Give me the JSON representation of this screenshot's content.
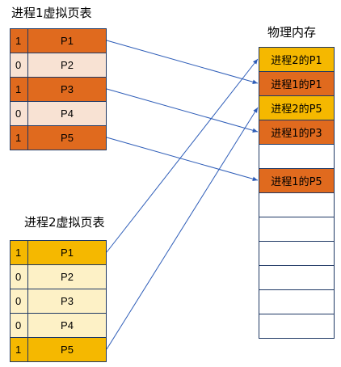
{
  "colors": {
    "orange": "#E06A1E",
    "orange_light": "#F8E2D3",
    "gold": "#F5B800",
    "gold_light": "#FDF1C6",
    "border": "#1F3864",
    "arrow": "#2E5DB8"
  },
  "process1": {
    "title": "进程1虚拟页表",
    "rows": [
      {
        "bit": "1",
        "page": "P1",
        "style": "orange"
      },
      {
        "bit": "0",
        "page": "P2",
        "style": "orange_light"
      },
      {
        "bit": "1",
        "page": "P3",
        "style": "orange"
      },
      {
        "bit": "0",
        "page": "P4",
        "style": "orange_light"
      },
      {
        "bit": "1",
        "page": "P5",
        "style": "orange"
      }
    ]
  },
  "process2": {
    "title": "进程2虚拟页表",
    "rows": [
      {
        "bit": "1",
        "page": "P1",
        "style": "gold"
      },
      {
        "bit": "0",
        "page": "P2",
        "style": "gold_light"
      },
      {
        "bit": "0",
        "page": "P3",
        "style": "gold_light"
      },
      {
        "bit": "0",
        "page": "P4",
        "style": "gold_light"
      },
      {
        "bit": "1",
        "page": "P5",
        "style": "gold"
      }
    ]
  },
  "physical_memory": {
    "title": "物理内存",
    "frames": [
      {
        "label": "进程2的P1",
        "style": "gold"
      },
      {
        "label": "进程1的P1",
        "style": "orange"
      },
      {
        "label": "进程2的P5",
        "style": "gold"
      },
      {
        "label": "进程1的P3",
        "style": "orange"
      },
      {
        "label": "",
        "style": "white"
      },
      {
        "label": "进程1的P5",
        "style": "orange"
      },
      {
        "label": "",
        "style": "white"
      },
      {
        "label": "",
        "style": "white"
      },
      {
        "label": "",
        "style": "white"
      },
      {
        "label": "",
        "style": "white"
      },
      {
        "label": "",
        "style": "white"
      },
      {
        "label": "",
        "style": "white"
      }
    ]
  },
  "mappings": [
    {
      "from_table": "process1",
      "from_row": 0,
      "to_frame": 1
    },
    {
      "from_table": "process1",
      "from_row": 2,
      "to_frame": 3
    },
    {
      "from_table": "process1",
      "from_row": 4,
      "to_frame": 5
    },
    {
      "from_table": "process2",
      "from_row": 0,
      "to_frame": 0
    },
    {
      "from_table": "process2",
      "from_row": 4,
      "to_frame": 2
    }
  ]
}
